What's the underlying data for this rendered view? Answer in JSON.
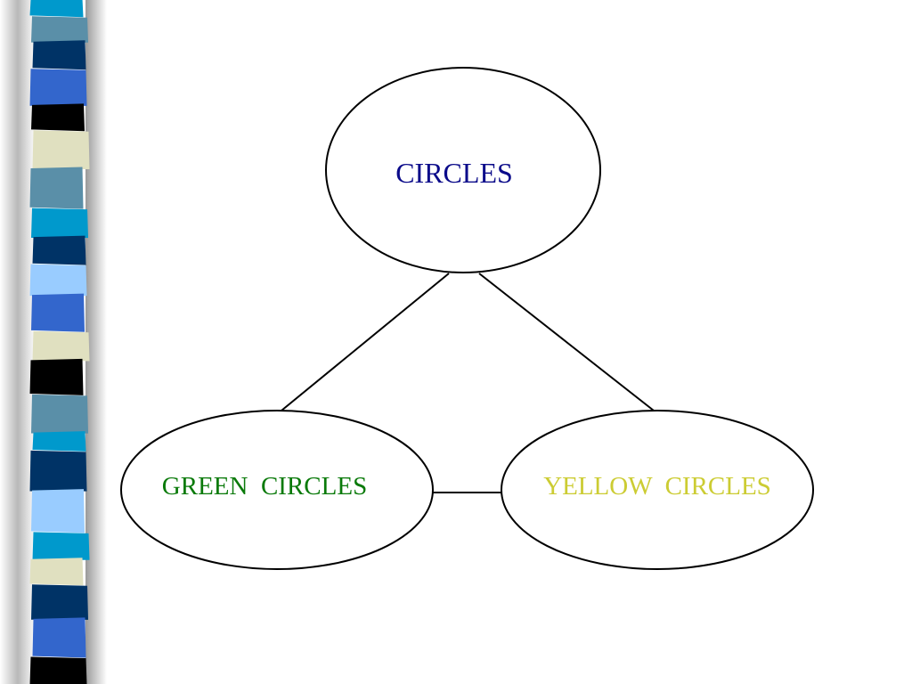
{
  "diagram": {
    "nodes": {
      "top": {
        "label": "CIRCLES",
        "color": "#0b0b8a"
      },
      "left": {
        "label": "GREEN  CIRCLES",
        "color": "#0a7a0a"
      },
      "right": {
        "label": "YELLOW  CIRCLES",
        "color": "#cccc33"
      }
    },
    "edges": [
      {
        "from": "top",
        "to": "left"
      },
      {
        "from": "top",
        "to": "right"
      },
      {
        "from": "left",
        "to": "right"
      }
    ]
  },
  "theme": {
    "stripe_colors": [
      "#0099cc",
      "#5a8fa8",
      "#003366",
      "#3366cc",
      "#000000",
      "#e0e0c0",
      "#99ccff"
    ]
  }
}
